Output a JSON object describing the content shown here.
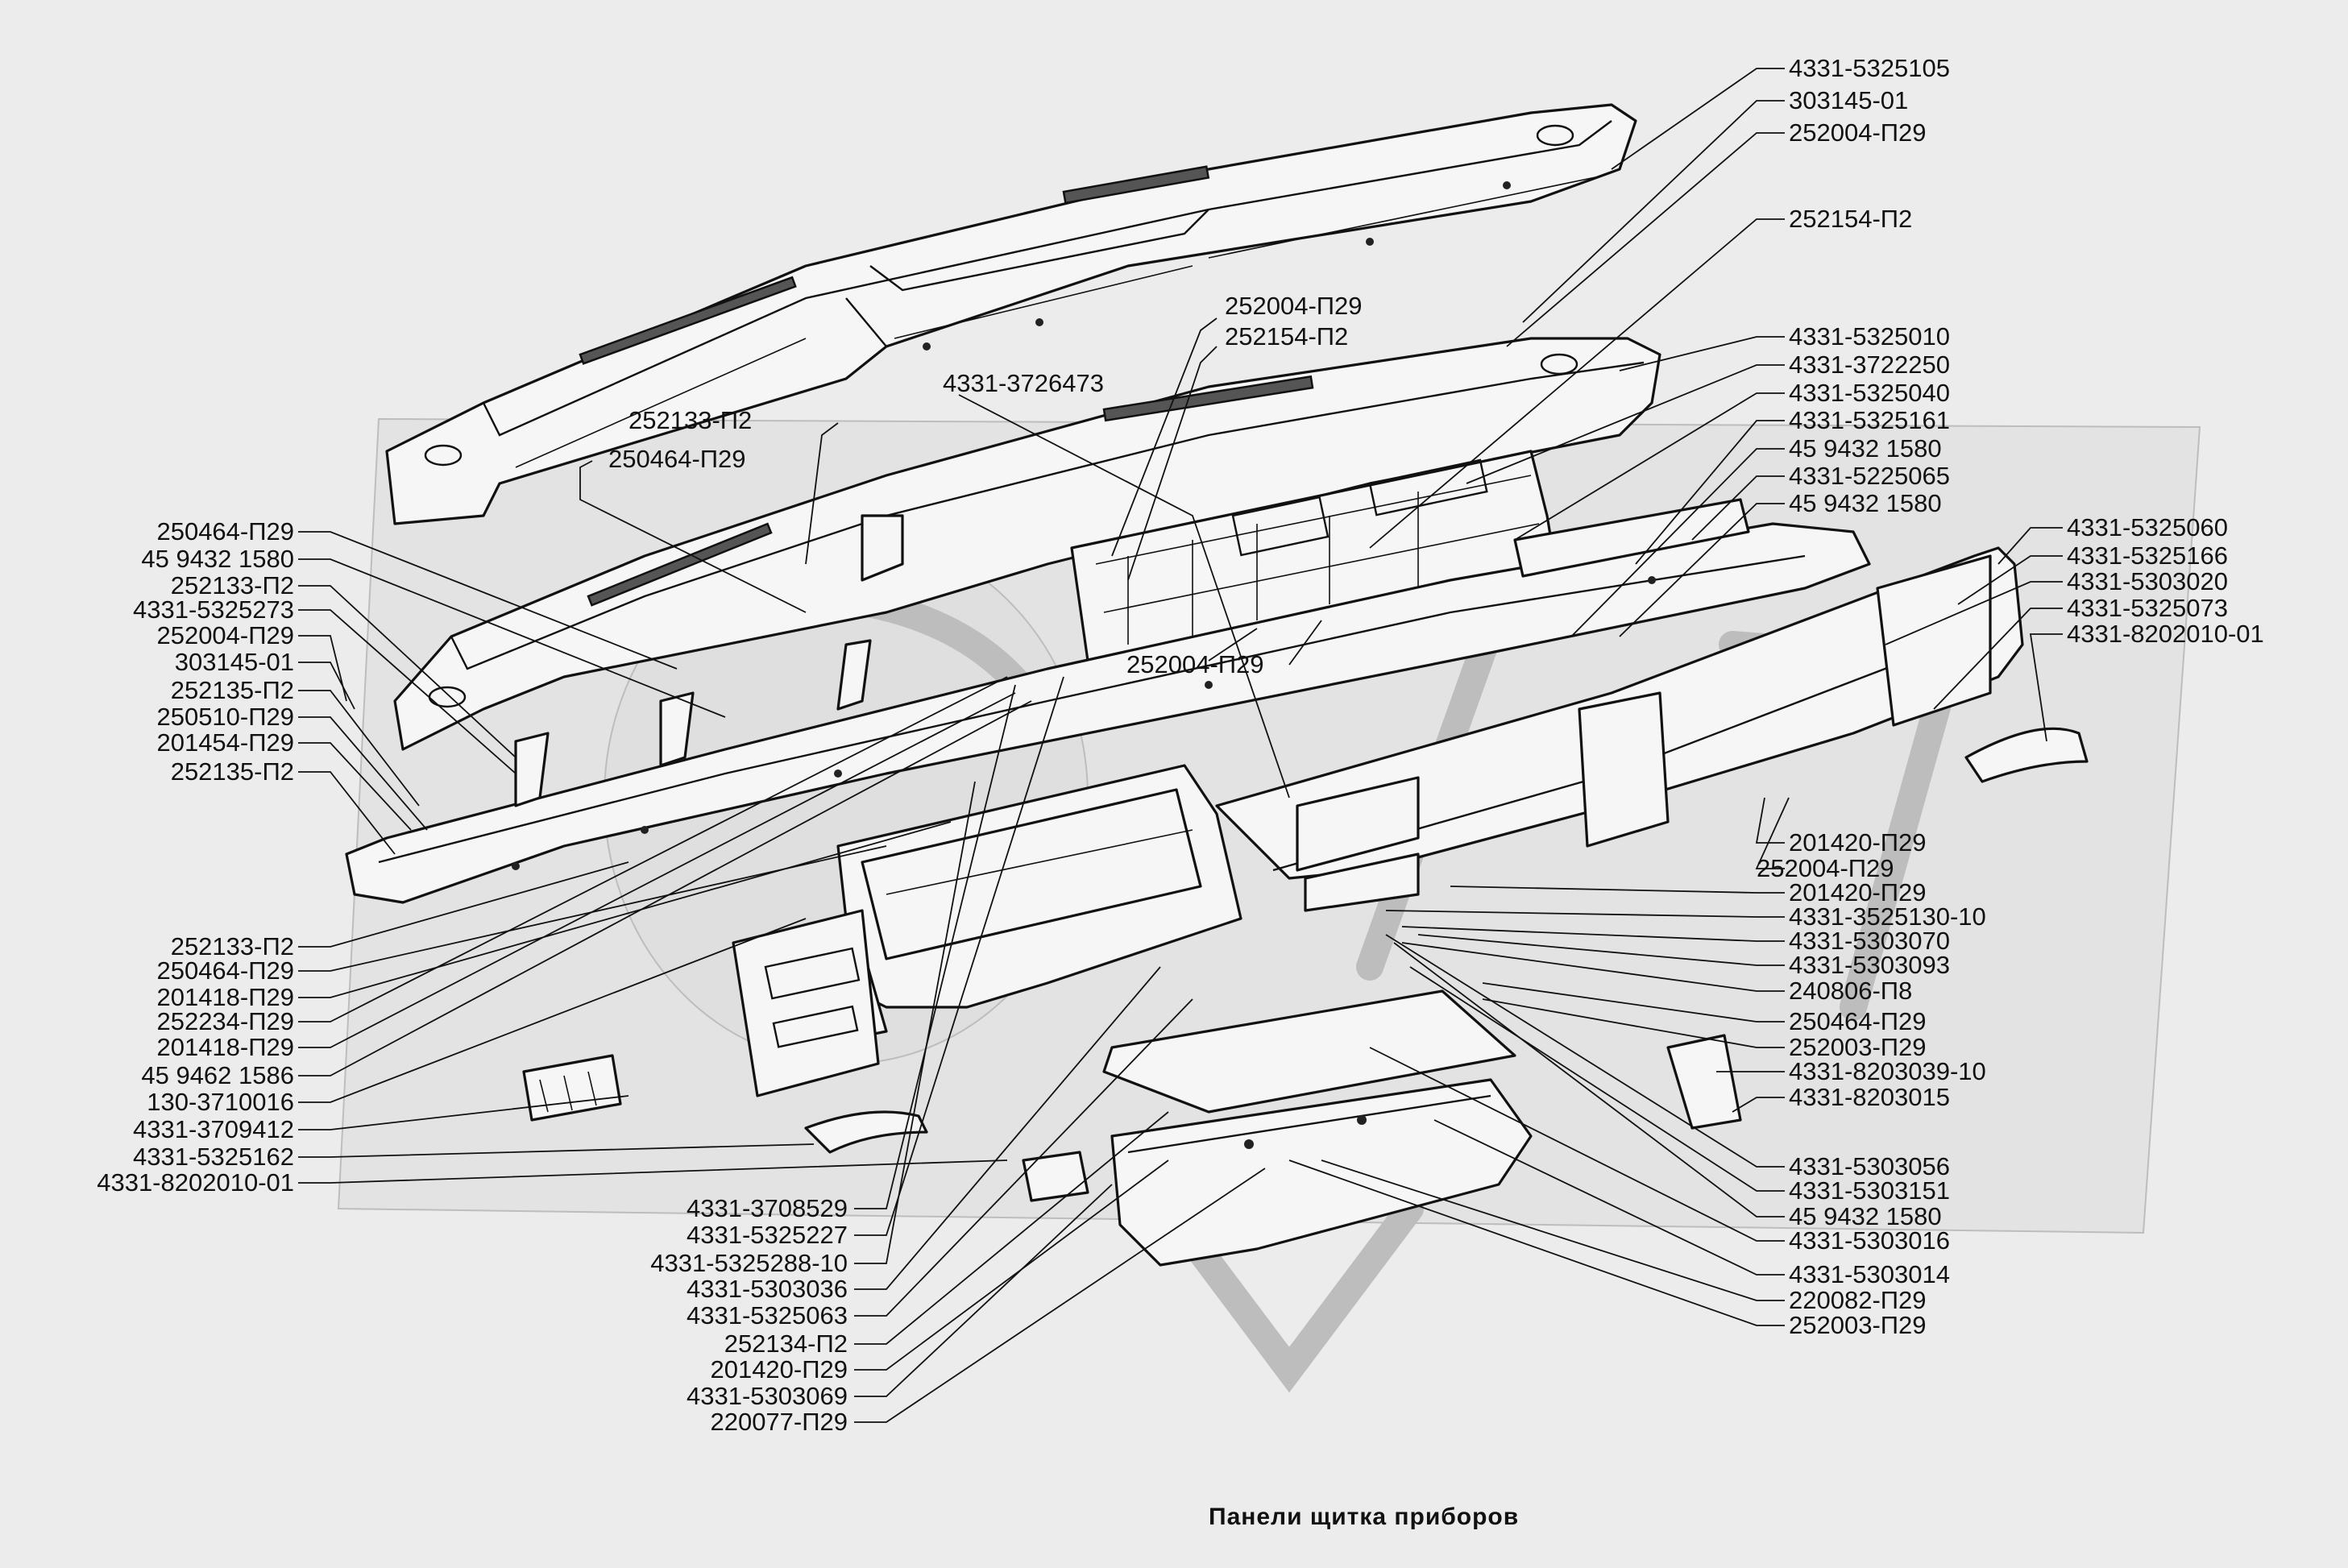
{
  "diagram": {
    "caption": "Панели щитка приборов",
    "labels_right": [
      "4331-5325105",
      "303145-01",
      "252004-П29",
      "252154-П2",
      "4331-5325010",
      "4331-3722250",
      "4331-5325040",
      "4331-5325161",
      "45 9432 1580",
      "4331-5225065",
      "45 9432 1580",
      "4331-5325060",
      "4331-5325166",
      "4331-5303020",
      "4331-5325073",
      "4331-8202010-01",
      "201420-П29",
      "252004-П29",
      "201420-П29",
      "4331-3525130-10",
      "4331-5303070",
      "4331-5303093",
      "240806-П8",
      "250464-П29",
      "252003-П29",
      "4331-8203039-10",
      "4331-8203015",
      "4331-5303056",
      "4331-5303151",
      "45 9432 1580",
      "4331-5303016",
      "4331-5303014",
      "220082-П29",
      "252003-П29"
    ],
    "labels_left": [
      "250464-П29",
      "45 9432 1580",
      "252133-П2",
      "4331-5325273",
      "252004-П29",
      "303145-01",
      "252135-П2",
      "250510-П29",
      "201454-П29",
      "252135-П2",
      "252133-П2",
      "250464-П29",
      "201418-П29",
      "252234-П29",
      "201418-П29",
      "45 9462 1586",
      "130-3710016",
      "4331-3709412",
      "4331-5325162",
      "4331-8202010-01"
    ],
    "labels_bottom": [
      "4331-3708529",
      "4331-5325227",
      "4331-5325288-10",
      "4331-5303036",
      "4331-5325063",
      "252134-П2",
      "201420-П29",
      "4331-5303069",
      "220077-П29"
    ],
    "labels_inner": [
      "252004-П29",
      "252154-П2",
      "4331-3726473",
      "252133-П2",
      "250464-П29",
      "252004-П29"
    ]
  }
}
